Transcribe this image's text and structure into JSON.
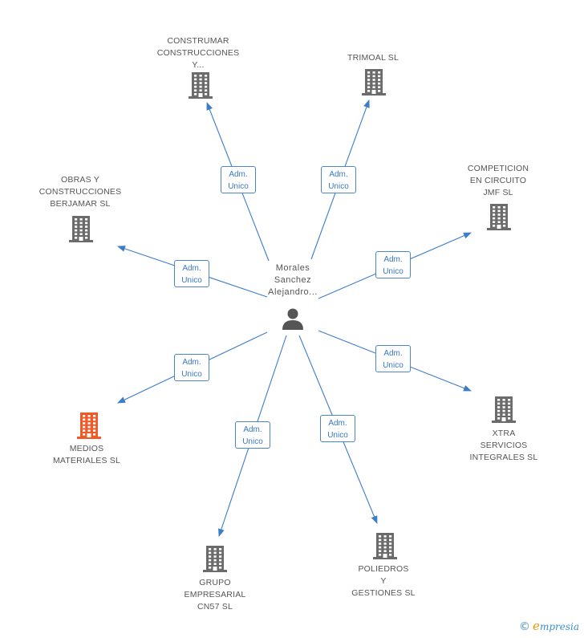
{
  "center": {
    "name_lines": [
      "Morales",
      "Sanchez",
      "Alejandro..."
    ],
    "icon": "person-icon",
    "color": "#555555"
  },
  "relation": {
    "line1": "Adm.",
    "line2": "Unico"
  },
  "colors": {
    "edge": "#3d7cc9",
    "company": "#6b6b6b",
    "highlight": "#f05a28"
  },
  "companies": [
    {
      "id": "construmar",
      "lines": [
        "CONSTRUMAR",
        "CONSTRUCCIONES",
        "Y..."
      ],
      "highlight": false
    },
    {
      "id": "trimoal",
      "lines": [
        "TRIMOAL SL"
      ],
      "highlight": false
    },
    {
      "id": "competicion",
      "lines": [
        "COMPETICION",
        "EN CIRCUITO",
        "JMF SL"
      ],
      "highlight": false
    },
    {
      "id": "obras",
      "lines": [
        "OBRAS Y",
        "CONSTRUCCIONES",
        "BERJAMAR SL"
      ],
      "highlight": false
    },
    {
      "id": "medios",
      "lines": [
        "MEDIOS",
        "MATERIALES SL"
      ],
      "highlight": true
    },
    {
      "id": "xtra",
      "lines": [
        "XTRA",
        "SERVICIOS",
        "INTEGRALES SL"
      ],
      "highlight": false
    },
    {
      "id": "grupo",
      "lines": [
        "GRUPO",
        "EMPRESARIAL",
        "CN57 SL"
      ],
      "highlight": false
    },
    {
      "id": "poliedros",
      "lines": [
        "POLIEDROS",
        "Y",
        "GESTIONES  SL"
      ],
      "highlight": false
    }
  ],
  "footer": {
    "copyright": "©",
    "brand_initial": "e",
    "brand_rest": "mpresia"
  }
}
